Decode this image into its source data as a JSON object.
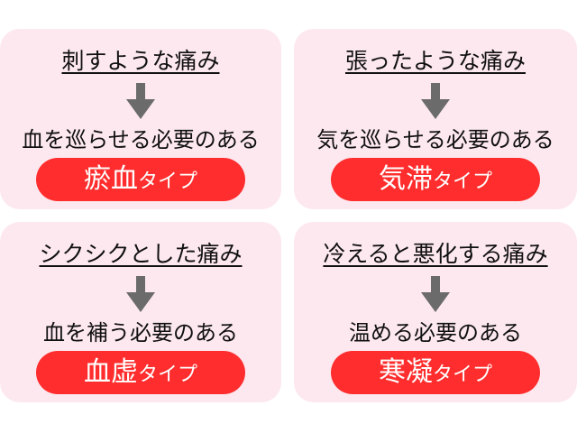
{
  "cards": [
    {
      "title": "刺すような痛み",
      "need": "血を巡らせる必要のある",
      "type_main": "瘀血",
      "type_suffix": "タイプ"
    },
    {
      "title": "張ったような痛み",
      "need": "気を巡らせる必要のある",
      "type_main": "気滞",
      "type_suffix": "タイプ"
    },
    {
      "title": "シクシクとした痛み",
      "need": "血を補う必要のある",
      "type_main": "血虚",
      "type_suffix": "タイプ"
    },
    {
      "title": "冷えると悪化する痛み",
      "need": "温める必要のある",
      "type_main": "寒凝",
      "type_suffix": "タイプ"
    }
  ],
  "colors": {
    "card_background": "#fde8f0",
    "pill": "#ff2d2d",
    "arrow": "#6b6b6b"
  }
}
